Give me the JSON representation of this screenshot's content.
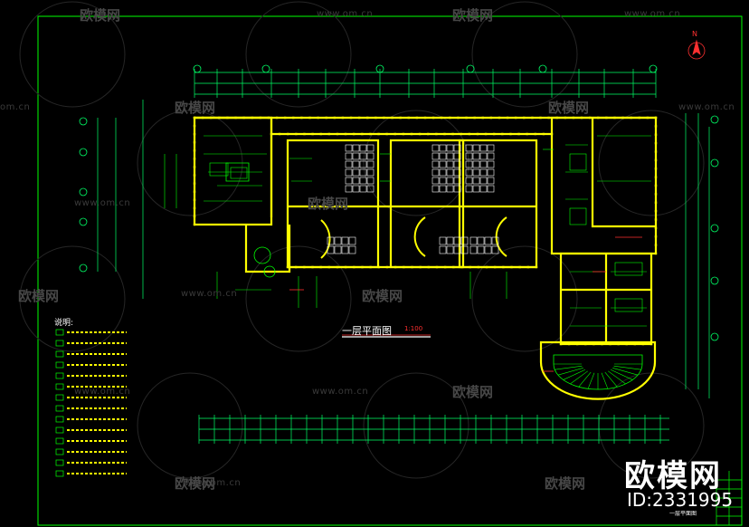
{
  "drawing": {
    "title": "一层平面图",
    "scale": "1:100",
    "north_label": "N",
    "notes_title": "说明:",
    "title_block_label": "一层平面图"
  },
  "watermark": {
    "url": "www.om.cn",
    "url_short": "om.cn",
    "brand": "欧模网"
  },
  "branding": {
    "name": "欧模网",
    "id": "ID:2331995"
  },
  "colors": {
    "background": "#000000",
    "walls": "#ffff00",
    "lines": "#00ff00",
    "dims": "#00ff66",
    "accent": "#ff3030",
    "text": "#ffffff"
  }
}
